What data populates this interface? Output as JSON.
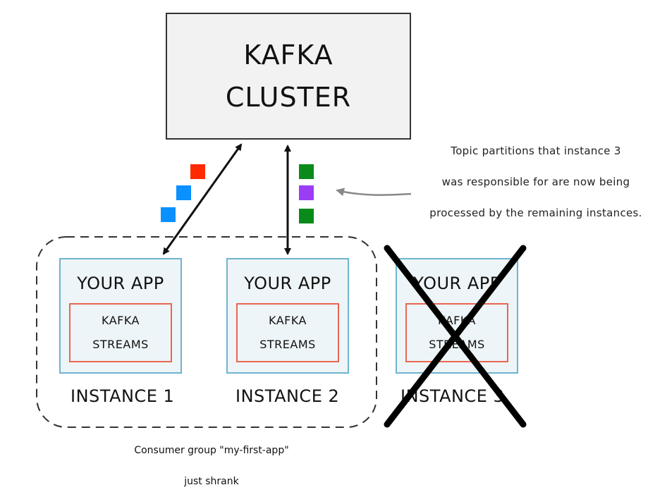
{
  "kafka": {
    "line1": "KAFKA",
    "line2": "CLUSTER"
  },
  "instances": [
    {
      "app_label": "YOUR APP",
      "streams_line1": "KAFKA",
      "streams_line2": "STREAMS",
      "instance_label": "INSTANCE 1"
    },
    {
      "app_label": "YOUR APP",
      "streams_line1": "KAFKA",
      "streams_line2": "STREAMS",
      "instance_label": "INSTANCE 2"
    },
    {
      "app_label": "YOUR APP",
      "streams_line1": "KAFKA",
      "streams_line2": "STREAMS",
      "instance_label": "INSTANCE 3"
    }
  ],
  "note": {
    "line1": "Topic partitions that instance 3",
    "line2": "was responsible for are now being",
    "line3": "processed by the remaining instances."
  },
  "consumer_group": {
    "line1": "Consumer group \"my-first-app\"",
    "line2": "just shrank"
  },
  "partition_colors": {
    "red": "#ff2a00",
    "blue": "#0a90ff",
    "green": "#0a8a1a",
    "purple": "#9a3df5"
  },
  "colors": {
    "app_border": "#6eb4cf",
    "streams_border": "#e8674f",
    "app_fill": "#eef5f8",
    "kafka_fill": "#f2f2f2"
  }
}
